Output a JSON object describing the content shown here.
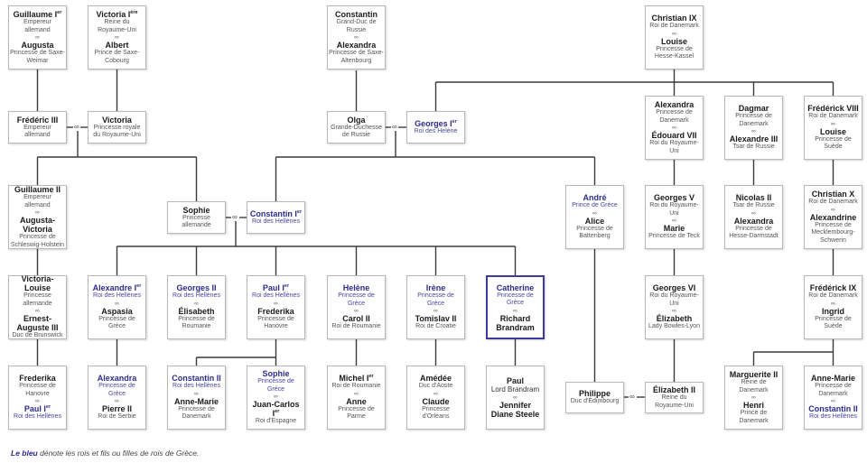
{
  "colors": {
    "greek_royal": "#2b2b8f",
    "highlight_border": "#3b3b9a",
    "line": "#3a3a3a"
  },
  "marriage_symbol": "∞",
  "persons": [
    {
      "id": "guillaume1",
      "p1": {
        "name": "Guillaume I",
        "sup": "er",
        "title": "Empereur allemand"
      },
      "p2": {
        "name": "Augusta",
        "title": "Princesse de Saxe-Weimar"
      }
    },
    {
      "id": "victoria1",
      "p1": {
        "name": "Victoria I",
        "sup": "ère",
        "title": "Reine du Royaume-Uni"
      },
      "p2": {
        "name": "Albert",
        "title": "Prince de Saxe-Cobourg"
      }
    },
    {
      "id": "constantin_gd",
      "p1": {
        "name": "Constantin",
        "title": "Grand-Duc de Russie"
      },
      "p2": {
        "name": "Alexandra",
        "title": "Princesse de Saxe-Altenbourg"
      }
    },
    {
      "id": "christian9",
      "p1": {
        "name": "Christian IX",
        "title": "Roi de Danemark"
      },
      "p2": {
        "name": "Louise",
        "title": "Princesse de Hesse-Kassel"
      }
    },
    {
      "id": "frederic3",
      "p1": {
        "name": "Frédéric III",
        "title": "Empereur allemand"
      }
    },
    {
      "id": "victoria_pr",
      "p1": {
        "name": "Victoria",
        "title": "Princesse royale du Royaume-Uni"
      }
    },
    {
      "id": "olga",
      "p1": {
        "name": "Olga",
        "title": "Grande-Duchesse de Russie"
      }
    },
    {
      "id": "georges1",
      "p1": {
        "name": "Georges I",
        "sup": "er",
        "title": "Roi des Helène",
        "blue": true
      }
    },
    {
      "id": "alexandra_dk",
      "p1": {
        "name": "Alexandra",
        "title": "Princesse de Danemark"
      },
      "p2": {
        "name": "Édouard VII",
        "title": "Roi du Royaume-Uni"
      }
    },
    {
      "id": "dagmar",
      "p1": {
        "name": "Dagmar",
        "title": "Princesse de Danemark"
      },
      "p2": {
        "name": "Alexandre III",
        "title": "Tsar de Russie"
      }
    },
    {
      "id": "frederick8",
      "p1": {
        "name": "Frédérick VIII",
        "title": "Roi de Danemark"
      },
      "p2": {
        "name": "Louise",
        "title": "Princesse de Suède"
      }
    },
    {
      "id": "guillaume2",
      "p1": {
        "name": "Guillaume II",
        "title": "Empereur allemand"
      },
      "p2": {
        "name": "Augusta-Victoria",
        "title": "Princesse de Schleswig-Holstein"
      }
    },
    {
      "id": "sophie_de",
      "p1": {
        "name": "Sophie",
        "title": "Princesse allemande"
      }
    },
    {
      "id": "constantin1",
      "p1": {
        "name": "Constantin I",
        "sup": "er",
        "title": "Roi des Hellènes",
        "blue": true
      }
    },
    {
      "id": "andre",
      "p1": {
        "name": "André",
        "title": "Prince de Grèce",
        "blue": true
      },
      "p2": {
        "name": "Alice",
        "title": "Princesse de Battenberg"
      }
    },
    {
      "id": "georges5",
      "p1": {
        "name": "Georges V",
        "title": "Roi du Royaume-Uni"
      },
      "p2": {
        "name": "Marie",
        "title": "Princesse de Teck"
      }
    },
    {
      "id": "nicolas2",
      "p1": {
        "name": "Nicolas II",
        "title": "Tsar de Russie"
      },
      "p2": {
        "name": "Alexandra",
        "title": "Princesse de Hesse-Darmstadt"
      }
    },
    {
      "id": "christian10",
      "p1": {
        "name": "Christian X",
        "title": "Roi de Danemark"
      },
      "p2": {
        "name": "Alexandrine",
        "title": "Princesse de Mecklembourg-Schwerin"
      }
    },
    {
      "id": "victoria_louise",
      "p1": {
        "name": "Victoria-Louise",
        "title": "Princesse allemande"
      },
      "p2": {
        "name": "Ernest-Auguste III",
        "title": "Duc de Brunswick"
      }
    },
    {
      "id": "alexandre1",
      "p1": {
        "name": "Alexandre I",
        "sup": "er",
        "title": "Roi des Hellènes",
        "blue": true
      },
      "p2": {
        "name": "Aspasia",
        "title": "Princesse de Grèce"
      }
    },
    {
      "id": "georges2",
      "p1": {
        "name": "Georges II",
        "title": "Roi des Hellènes",
        "blue": true
      },
      "p2": {
        "name": "Élisabeth",
        "title": "Princesse de Roumanie"
      }
    },
    {
      "id": "paul1",
      "p1": {
        "name": "Paul I",
        "sup": "er",
        "title": "Roi des Hellènes",
        "blue": true
      },
      "p2": {
        "name": "Frederika",
        "title": "Princesse de Hanovre"
      }
    },
    {
      "id": "helene",
      "p1": {
        "name": "Helène",
        "title": "Princesse de Grèce",
        "blue": true
      },
      "p2": {
        "name": "Carol II",
        "title": "Roi de Roumanie"
      }
    },
    {
      "id": "irene",
      "p1": {
        "name": "Irène",
        "title": "Princesse de Grèce",
        "blue": true
      },
      "p2": {
        "name": "Tomislav II",
        "title": "Roi de Croatie"
      }
    },
    {
      "id": "catherine",
      "highlight": true,
      "p1": {
        "name": "Catherine",
        "title": "Princesse de Grèce",
        "blue": true
      },
      "p2": {
        "name": "Richard Brandram",
        "title": ""
      }
    },
    {
      "id": "georges6",
      "p1": {
        "name": "Georges VI",
        "title": "Roi du Royaume-Uni"
      },
      "p2": {
        "name": "Élizabeth",
        "title": "Lady Bowles-Lyon"
      }
    },
    {
      "id": "frederick9",
      "p1": {
        "name": "Frédérick IX",
        "title": "Roi de Danemark"
      },
      "p2": {
        "name": "Ingrid",
        "title": "Princesse de Suède"
      }
    },
    {
      "id": "frederika",
      "p1": {
        "name": "Frederika",
        "title": "Princesse de Hanovre"
      },
      "p2": {
        "name": "Paul I",
        "sup": "er",
        "title": "Roi des Hellènes",
        "blue": true
      }
    },
    {
      "id": "alexandra_gr",
      "p1": {
        "name": "Alexandra",
        "title": "Princesse de Grèce",
        "blue": true
      },
      "p2": {
        "name": "Pierre II",
        "title": "Roi de Serbie"
      }
    },
    {
      "id": "constantin2",
      "p1": {
        "name": "Constantin II",
        "title": "Roi des Hellènes",
        "blue": true
      },
      "p2": {
        "name": "Anne-Marie",
        "title": "Princesse de Danemark"
      }
    },
    {
      "id": "sophie_gr",
      "p1": {
        "name": "Sophie",
        "title": "Princesse de Grèce",
        "blue": true
      },
      "p2": {
        "name": "Juan-Carlos I",
        "sup": "er",
        "title": "Roi d'Espagne"
      }
    },
    {
      "id": "michel1",
      "p1": {
        "name": "Michel I",
        "sup": "er",
        "title": "Roi de Roumanie"
      },
      "p2": {
        "name": "Anne",
        "title": "Princesse de Parme"
      }
    },
    {
      "id": "amedee",
      "p1": {
        "name": "Amédée",
        "title": "Duc d'Aoste"
      },
      "p2": {
        "name": "Claude",
        "title": "Princesse d'Orléans"
      }
    },
    {
      "id": "paul_brandram",
      "p1": {
        "name": "Paul",
        "title": "Lord Brandram",
        "big": true
      },
      "p2": {
        "name": "Jennifer Diane Steele",
        "title": ""
      }
    },
    {
      "id": "philippe",
      "p1": {
        "name": "Philippe",
        "title": "Duc d'Édimbourg"
      }
    },
    {
      "id": "elizabeth2",
      "p1": {
        "name": "Élizabeth II",
        "title": "Reine du Royaume-Uni"
      }
    },
    {
      "id": "marguerite2",
      "p1": {
        "name": "Marguerite II",
        "title": "Reine de Danemark"
      },
      "p2": {
        "name": "Henri",
        "title": "Prince de Danemark"
      }
    },
    {
      "id": "annemarie",
      "p1": {
        "name": "Anne-Marie",
        "title": "Princesse de Danemark"
      },
      "p2": {
        "name": "Constantin II",
        "title": "Roi des Hellènes",
        "blue": true
      }
    }
  ],
  "footnote": {
    "bold": "Le bleu",
    "text": " dénote les rois et fils ou filles de rois de Grèce."
  }
}
